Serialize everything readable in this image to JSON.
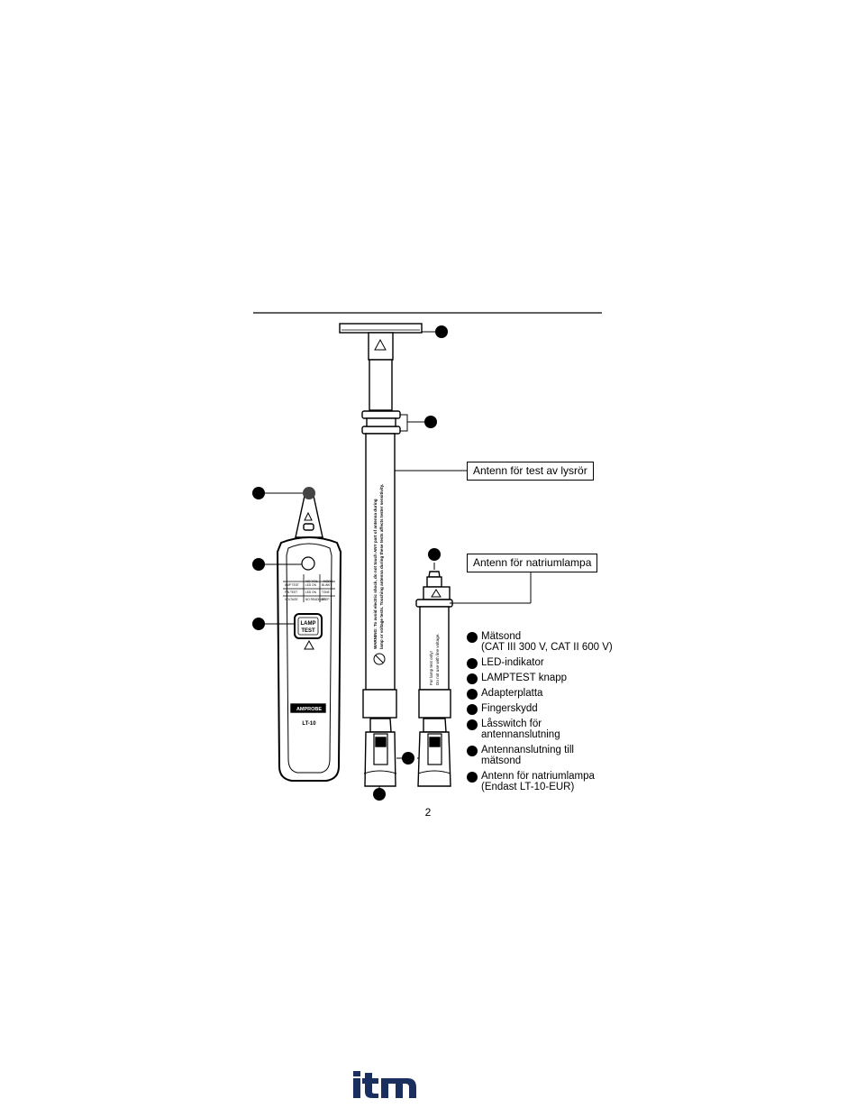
{
  "callouts": {
    "fluorescent": "Antenn för test av lysrör",
    "sodium": "Antenn för natriumlampa"
  },
  "device": {
    "brand": "AMPROBE",
    "model": "LT-10",
    "button": [
      "LAMP",
      "TEST"
    ],
    "table": {
      "headers": [
        "NO VOL",
        "MODE"
      ],
      "rows": [
        [
          "AMP TEST",
          "LED ON",
          "BLINKT"
        ],
        [
          "FIN TEST",
          "LED ON",
          "TONE"
        ],
        [
          "VOLTAGE",
          "NO READINGS",
          "BEEP"
        ]
      ]
    }
  },
  "antenna": {
    "warning_line1": "WARNING: To avoid electric shock, do not touch ANY part of antenna during",
    "warning_line2": "lamp or voltage tests. Touching antenna during these tests affects tester sensitivity.",
    "sodium_line1": "For lamp test only!",
    "sodium_line2": "Do not use with line voltage."
  },
  "legend": [
    {
      "line1": "Mätsond",
      "line2": "(CAT III 300 V, CAT II 600 V)"
    },
    {
      "line1": "LED-indikator",
      "line2": ""
    },
    {
      "line1": "LAMPTEST knapp",
      "line2": ""
    },
    {
      "line1": "Adapterplatta",
      "line2": ""
    },
    {
      "line1": "Fingerskydd",
      "line2": ""
    },
    {
      "line1": "Låsswitch för",
      "line2": "antennanslutning"
    },
    {
      "line1": "Antennanslutning till",
      "line2": "mätsond"
    },
    {
      "line1": "Antenn för natriumlampa",
      "line2": "(Endast LT-10-EUR)"
    }
  ],
  "page_number": "2",
  "watermark": "itm"
}
